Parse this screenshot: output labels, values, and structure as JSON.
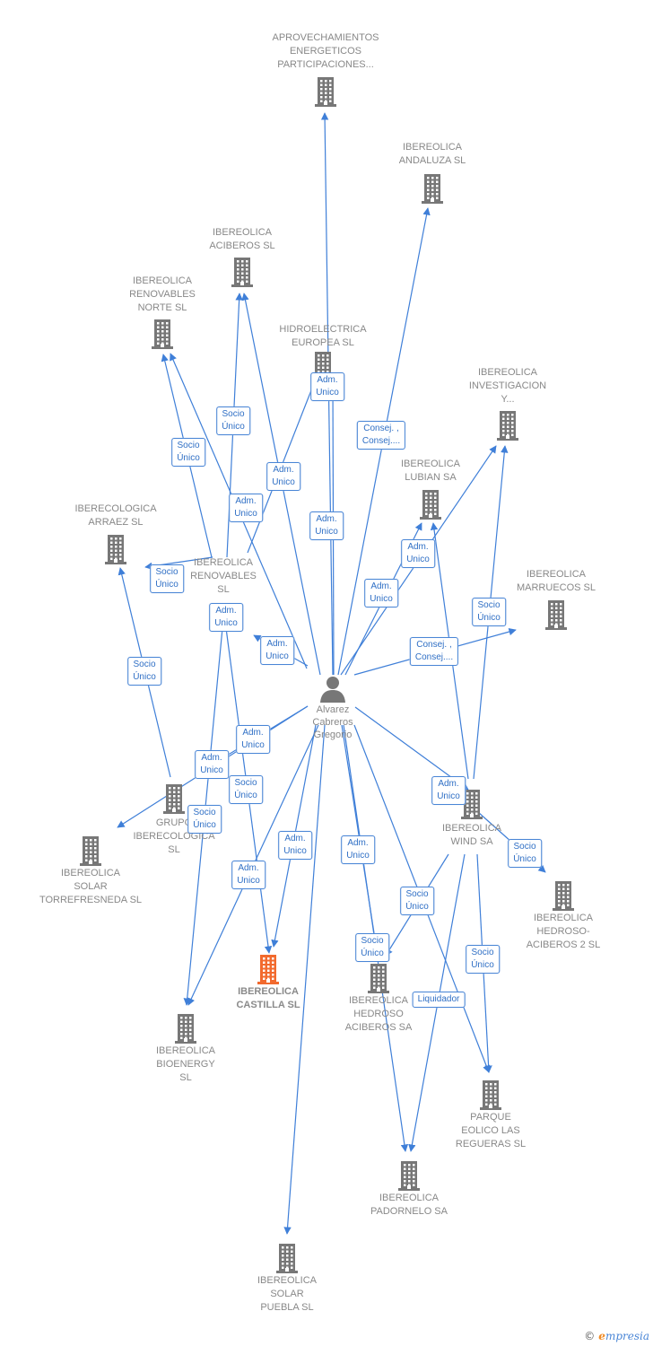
{
  "colors": {
    "edge": "#3f7fd8",
    "node": "#777777",
    "active": "#f26a2e",
    "text": "#888888"
  },
  "person": {
    "name_lines": [
      "Alvarez",
      "Cabreros",
      "Gregorio"
    ],
    "icon": "person-icon"
  },
  "nodes": [
    {
      "id": "aprovechamientos",
      "lines": [
        "APROVECHAMIENTOS",
        "ENERGETICOS",
        "PARTICIPACIONES..."
      ],
      "icon": "building-icon"
    },
    {
      "id": "andaluza",
      "lines": [
        "IBEREOLICA",
        "ANDALUZA SL"
      ],
      "icon": "building-icon"
    },
    {
      "id": "aciberos",
      "lines": [
        "IBEREOLICA",
        "ACIBEROS  SL"
      ],
      "icon": "building-icon"
    },
    {
      "id": "renovables-norte",
      "lines": [
        "IBEREOLICA",
        "RENOVABLES",
        "NORTE  SL"
      ],
      "icon": "building-icon"
    },
    {
      "id": "hidroelectrica",
      "lines": [
        "HIDROELECTRICA",
        "EUROPEA SL"
      ],
      "icon": "building-icon"
    },
    {
      "id": "investigacion",
      "lines": [
        "IBEREOLICA",
        "INVESTIGACION",
        "Y..."
      ],
      "icon": "building-icon"
    },
    {
      "id": "lubian",
      "lines": [
        "IBEREOLICA",
        "LUBIAN SA"
      ],
      "icon": "building-icon"
    },
    {
      "id": "arraez",
      "lines": [
        "IBERECOLOGICA",
        "ARRAEZ  SL"
      ],
      "icon": "building-icon"
    },
    {
      "id": "renovables",
      "lines": [
        "IBEREOLICA",
        "RENOVABLES",
        "SL"
      ],
      "icon": "building-icon"
    },
    {
      "id": "marruecos",
      "lines": [
        "IBEREOLICA",
        "MARRUECOS SL"
      ],
      "icon": "building-icon"
    },
    {
      "id": "grupo",
      "lines": [
        "GRUPO",
        "IBERECOLOGICA",
        "SL"
      ],
      "icon": "building-icon"
    },
    {
      "id": "torrefresneda",
      "lines": [
        "IBEREOLICA",
        "SOLAR",
        "TORREFRESNEDA SL"
      ],
      "icon": "building-icon"
    },
    {
      "id": "wind",
      "lines": [
        "IBEREOLICA",
        "WIND SA"
      ],
      "icon": "building-icon"
    },
    {
      "id": "hedroso2",
      "lines": [
        "IBEREOLICA",
        "HEDROSO-",
        "ACIBEROS 2 SL"
      ],
      "icon": "building-icon"
    },
    {
      "id": "castilla",
      "lines": [
        "IBEREOLICA",
        "CASTILLA  SL"
      ],
      "icon": "building-icon",
      "active": true
    },
    {
      "id": "hedroso",
      "lines": [
        "IBEREOLICA",
        "HEDROSO",
        "ACIBEROS SA"
      ],
      "icon": "building-icon"
    },
    {
      "id": "bioenergy",
      "lines": [
        "IBEREOLICA",
        "BIOENERGY",
        "SL"
      ],
      "icon": "building-icon"
    },
    {
      "id": "regueras",
      "lines": [
        "PARQUE",
        "EOLICO LAS",
        "REGUERAS SL"
      ],
      "icon": "building-icon"
    },
    {
      "id": "padornelo",
      "lines": [
        "IBEREOLICA",
        "PADORNELO SA"
      ],
      "icon": "building-icon"
    },
    {
      "id": "puebla",
      "lines": [
        "IBEREOLICA",
        "SOLAR",
        "PUEBLA SL"
      ],
      "icon": "building-icon"
    }
  ],
  "edge_labels": [
    {
      "lines": [
        "Adm.",
        "Unico"
      ]
    },
    {
      "lines": [
        "Consej. ,",
        "Consej...."
      ]
    },
    {
      "lines": [
        "Socio",
        "Único"
      ]
    },
    {
      "lines": [
        "Socio",
        "Único"
      ]
    },
    {
      "lines": [
        "Adm.",
        "Unico"
      ]
    },
    {
      "lines": [
        "Adm.",
        "Unico"
      ]
    },
    {
      "lines": [
        "Adm.",
        "Unico"
      ]
    },
    {
      "lines": [
        "Adm.",
        "Unico"
      ]
    },
    {
      "lines": [
        "Adm.",
        "Unico"
      ]
    },
    {
      "lines": [
        "Socio",
        "Único"
      ]
    },
    {
      "lines": [
        "Adm.",
        "Unico"
      ]
    },
    {
      "lines": [
        "Adm.",
        "Unico"
      ]
    },
    {
      "lines": [
        "Socio",
        "Único"
      ]
    },
    {
      "lines": [
        "Consej. ,",
        "Consej...."
      ]
    },
    {
      "lines": [
        "Socio",
        "Único"
      ]
    },
    {
      "lines": [
        "Adm.",
        "Unico"
      ]
    },
    {
      "lines": [
        "Adm.",
        "Unico"
      ]
    },
    {
      "lines": [
        "Socio",
        "Único"
      ]
    },
    {
      "lines": [
        "Socio",
        "Único"
      ]
    },
    {
      "lines": [
        "Adm.",
        "Unico"
      ]
    },
    {
      "lines": [
        "Adm.",
        "Unico"
      ]
    },
    {
      "lines": [
        "Adm.",
        "Unico"
      ]
    },
    {
      "lines": [
        "Socio",
        "Único"
      ]
    },
    {
      "lines": [
        "Socio",
        "Único"
      ]
    },
    {
      "lines": [
        "Adm.",
        "Unico"
      ]
    },
    {
      "lines": [
        "Socio",
        "Único"
      ]
    },
    {
      "lines": [
        "Socio",
        "Único"
      ]
    },
    {
      "lines": [
        "Liquidador"
      ]
    }
  ],
  "footer": {
    "copyright": "©",
    "brand_initial": "e",
    "brand_rest": "mpresia"
  }
}
